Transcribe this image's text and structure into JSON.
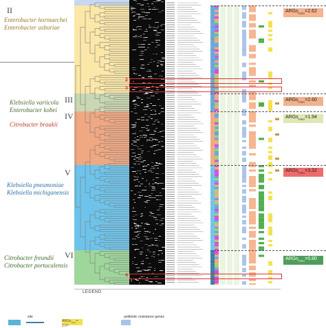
{
  "clades": [
    {
      "numeral": "II",
      "species": [
        "Enterobacter hormaechei",
        "Enterobacter asburiae"
      ],
      "species_color": "#9c7a2a",
      "bg": "#fbe7a8",
      "args_label": "ARGs",
      "args_sub": "index",
      "args_value": "=2.62",
      "args_bg": "#f6b48f"
    },
    {
      "numeral": "III",
      "species": [
        "Klebsiella variicola",
        "Enterobacter kobei"
      ],
      "species_color": "#4d6b2f",
      "bg": "#c9d7b3",
      "args_label": "ARGs",
      "args_sub": "index",
      "args_value": "=2.60",
      "args_bg": "#f2b18d"
    },
    {
      "numeral": "IV",
      "species": [
        "Citrobacter braakii"
      ],
      "species_color": "#c0392b",
      "bg": "#f0a882",
      "args_label": "ARGs",
      "args_sub": "index",
      "args_value": "=1.94",
      "args_bg": "#dfe8b4"
    },
    {
      "numeral": "V",
      "species": [
        "Klebsiella pneumoniae",
        "Klebsiella michiganensis"
      ],
      "species_color": "#2f6fa3",
      "bg": "#6ec3ea",
      "args_label": "ARGs",
      "args_sub": "index",
      "args_value": "=3.32",
      "args_bg": "#ef6b6b"
    },
    {
      "numeral": "VI",
      "species": [
        "Citrobacter freundii",
        "Citrobacter portucalensis"
      ],
      "species_color": "#3c6b2f",
      "bg": "#9fd69a",
      "args_label": "ARGs",
      "args_sub": "index",
      "args_value": "=0.80",
      "args_bg": "#4f9e5a"
    }
  ],
  "markers": [
    "2",
    "3",
    "4"
  ],
  "legend": {
    "title": "LEGEND",
    "site_label": "site",
    "resistance_label": "antibiotic resistance genes",
    "args_label": "ARGs",
    "args_sub": "index",
    "args_value": "= 2.07"
  },
  "colors": {
    "tree": "#7a7a7a",
    "gel": "#0c0c0c",
    "red_box": "#d33333",
    "sample_label": "#555555"
  }
}
